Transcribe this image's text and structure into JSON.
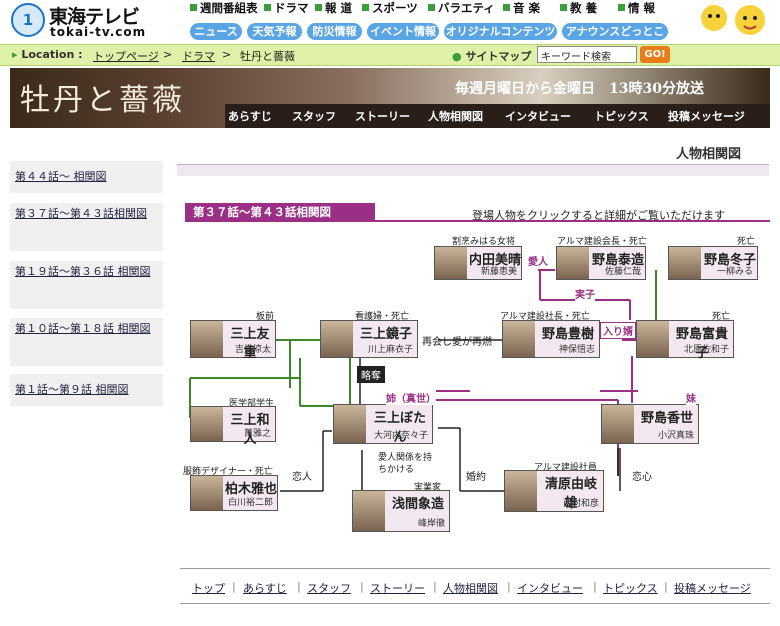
{
  "header": {
    "logo_text": "東海テレビ",
    "logo_url_text": "tokai-tv.com",
    "nav": [
      "週間番組表",
      "ドラマ",
      "報 道",
      "スポーツ",
      "バラエティ",
      "音 楽",
      "教 養",
      "情 報"
    ],
    "pills": [
      "ニュース",
      "天気予報",
      "防災情報",
      "イベント情報",
      "オリジナルコンテンツ",
      "アナウンスどっとこむ"
    ]
  },
  "locbar": {
    "label": "Location :",
    "crumbs": [
      "トップページ",
      ">",
      "ドラマ",
      ">",
      "牡丹と薔薇"
    ],
    "sitemap": "サイトマップ",
    "search_placeholder": "キーワード検索",
    "go": "GO!"
  },
  "banner": {
    "title": "牡丹と薔薇",
    "schedule": "毎週月曜日から金曜日　13時30分放送",
    "nav": [
      "あらすじ",
      "スタッフ",
      "ストーリー",
      "人物相関図",
      "インタビュー",
      "トピックス",
      "投稿メッセージ"
    ]
  },
  "sidebar": [
    "第４４話～ 相関図",
    "第３７話～第４３話相関図",
    "第１９話～第３６話 相関図",
    "第１０話～第１８話 相関図",
    "第１話～第９話 相関図"
  ],
  "page_title": "人物相関図",
  "section": {
    "title": "第３７話～第４３話相関図",
    "hint": "登場人物をクリックすると詳細がご覧いただけます"
  },
  "people": {
    "uchida": {
      "role": "割烹みはる女将",
      "name": "内田美晴",
      "actor": "新藤恵美"
    },
    "taizo": {
      "role": "アルマ建設会長・死亡",
      "name": "野島泰造",
      "actor": "佐藤仁哉"
    },
    "fuyuko": {
      "role": "死亡",
      "name": "野島冬子",
      "actor": "一柳みる"
    },
    "tomoshige": {
      "role": "板前",
      "name": "三上友重",
      "actor": "吉満涼太"
    },
    "kyoko": {
      "role": "看護婦・死亡",
      "name": "三上鏡子",
      "actor": "川上麻衣子"
    },
    "toyoki": {
      "role": "アルマ建設社長・死亡",
      "name": "野島豊樹",
      "actor": "神保悟志"
    },
    "fukiko": {
      "role": "死亡",
      "name": "野島富貴子",
      "actor": "北原佐和子"
    },
    "kazuto": {
      "role": "医学部学生",
      "name": "三上和人",
      "actor": "萬雅之"
    },
    "botan": {
      "role": "",
      "name": "三上ぼたん",
      "actor": "大河内奈々子"
    },
    "kayo": {
      "role": "",
      "name": "野島香世",
      "actor": "小沢真珠"
    },
    "masaya": {
      "role": "服飾デザイナー・死亡",
      "name": "柏木雅也",
      "actor": "白川裕二郎"
    },
    "shozo": {
      "role": "実業家",
      "name": "浅間象造",
      "actor": "峰岸徹"
    },
    "yukio": {
      "role": "アルマ建設社員",
      "name": "清原由岐雄",
      "actor": "西村和彦"
    }
  },
  "relations": {
    "aijin": "愛人",
    "jitsuko": "実子",
    "saikai": "再会し愛が再燃",
    "irimuko": "入り婿",
    "ryakudatsu": "略奪",
    "ane": "姉（真世）",
    "imouto": "妹",
    "koibito": "恋人",
    "aijin_kankei": "愛人関係を持ちかける",
    "konyaku": "婚約",
    "renbo": "恋心"
  },
  "footer": [
    "トップ",
    "あらすじ",
    "スタッフ",
    "ストーリー",
    "人物相関図",
    "インタビュー",
    "トピックス",
    "投稿メッセージ"
  ]
}
